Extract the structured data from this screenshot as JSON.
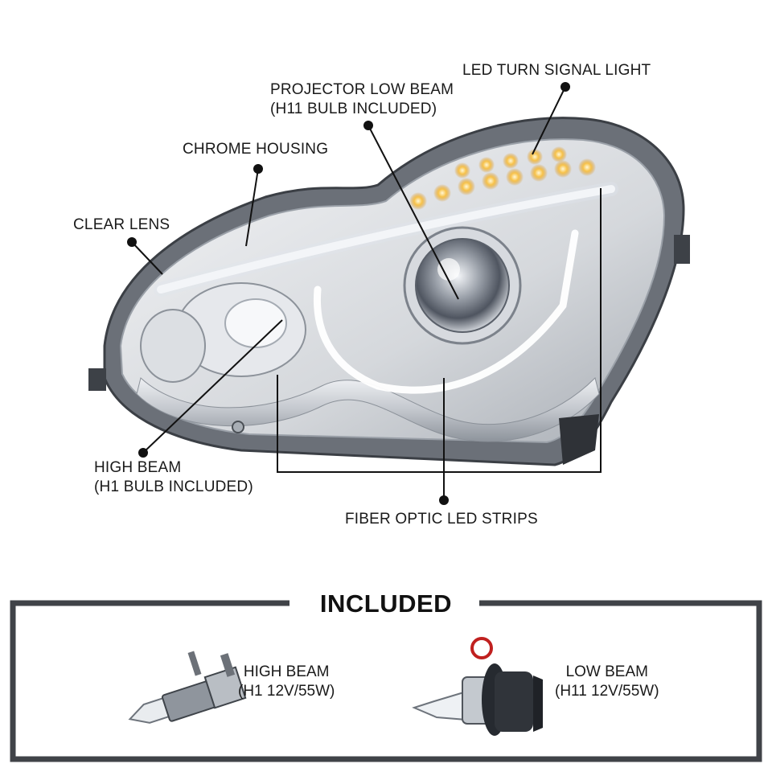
{
  "callouts": {
    "led_turn_signal": "LED TURN SIGNAL LIGHT",
    "projector_low_beam": [
      "PROJECTOR LOW BEAM",
      "(H11 BULB INCLUDED)"
    ],
    "chrome_housing": "CHROME HOUSING",
    "clear_lens": "CLEAR LENS",
    "high_beam": [
      "HIGH BEAM",
      "(H1 BULB INCLUDED)"
    ],
    "fiber_optic": "FIBER OPTIC LED STRIPS"
  },
  "included": {
    "title": "INCLUDED",
    "items": [
      {
        "name": "HIGH BEAM",
        "spec": "(H1 12V/55W)"
      },
      {
        "name": "LOW BEAM",
        "spec": "(H11 12V/55W)"
      }
    ]
  },
  "colors": {
    "frame": "#404348",
    "led_amber": "#f2b23a",
    "chrome": "#c9ccd1",
    "lens_dark": "#5a5f66"
  }
}
